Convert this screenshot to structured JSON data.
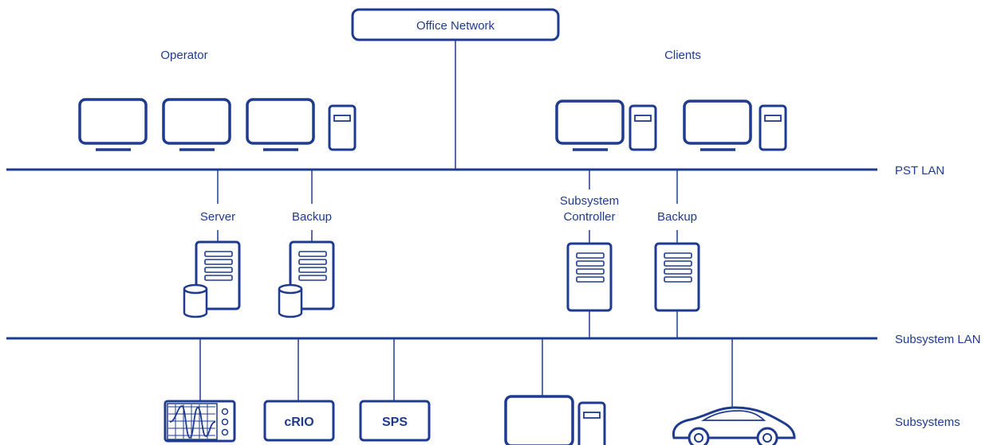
{
  "colors": {
    "primary": "#1f3b8f",
    "background": "#ffffff"
  },
  "network": {
    "office_network": "Office Network",
    "pst_lan": "PST LAN",
    "subsystem_lan": "Subsystem LAN",
    "subsystems": "Subsystems"
  },
  "groups": {
    "operator": "Operator",
    "clients": "Clients"
  },
  "nodes": {
    "server": "Server",
    "backup_left": "Backup",
    "subsystem_controller_line1": "Subsystem",
    "subsystem_controller_line2": "Controller",
    "backup_right": "Backup"
  },
  "devices": {
    "crio": "cRIO",
    "sps": "SPS"
  },
  "icons": [
    "monitor-icon",
    "tower-pc-icon",
    "server-rack-icon",
    "database-icon",
    "oscilloscope-icon",
    "car-icon"
  ]
}
